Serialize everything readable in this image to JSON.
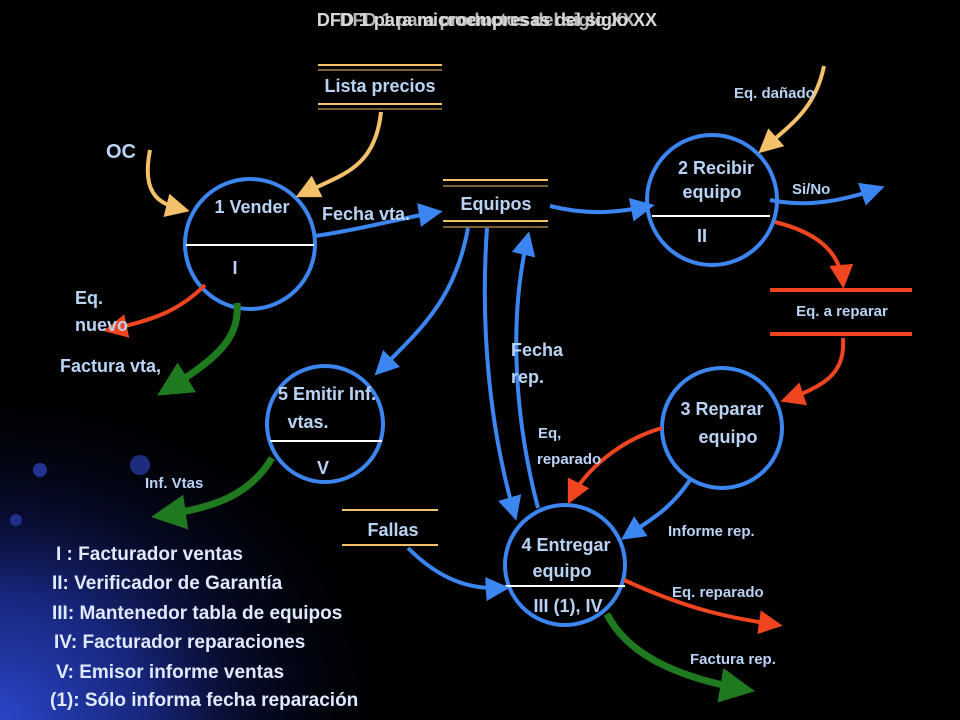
{
  "title": {
    "layer_a": "DFD 1 para microempresas del siglo XX",
    "layer_b": "DFD 1 para productos del siglo XX"
  },
  "processes": {
    "p1": {
      "name": "1 Vender",
      "id": "I"
    },
    "p2": {
      "name_line1": "2 Recibir",
      "name_line2": "equipo",
      "id": "II"
    },
    "p3": {
      "name_line1": "3 Reparar",
      "name_line2": "equipo"
    },
    "p4": {
      "name_line1": "4 Entregar",
      "name_line2": "equipo",
      "id": "III (1), IV"
    },
    "p5": {
      "name_line1": "5 Emitir Inf.",
      "name_line2": "vtas.",
      "id": "V"
    }
  },
  "stores": {
    "lista_precios": "Lista precios",
    "equipos": "Equipos",
    "eq_a_reparar": "Eq. a reparar",
    "fallas": "Fallas"
  },
  "flows": {
    "oc": "OC",
    "eq_nuevo_1": "Eq.",
    "eq_nuevo_2": "nuevo",
    "factura_vta": "Factura vta,",
    "fecha_vta": "Fecha vta.",
    "eq_danado": "Eq. dañado",
    "si_no": "Si/No",
    "fecha_rep_1": "Fecha",
    "fecha_rep_2": "rep.",
    "eq_reparado_short_1": "Eq,",
    "eq_reparado_short_2": "reparado",
    "inf_vtas": "Inf. Vtas",
    "informe_rep": "Informe  rep.",
    "eq_reparado": "Eq. reparado",
    "factura_rep": "Factura rep."
  },
  "legend": [
    "I : Facturador ventas",
    "II: Verificador de Garantía",
    "III: Mantenedor tabla de equipos",
    "IV: Facturador reparaciones",
    "V: Emisor informe ventas",
    "(1): Sólo informa fecha reparación"
  ],
  "colors": {
    "process_ring": "#3b86f0",
    "flow_blue": "#3b86f0",
    "flow_orange": "#f5c06a",
    "flow_red": "#f0451f",
    "flow_green": "#1f7a1f",
    "store_line": "#f5c06a",
    "store_red": "#f0451f"
  }
}
